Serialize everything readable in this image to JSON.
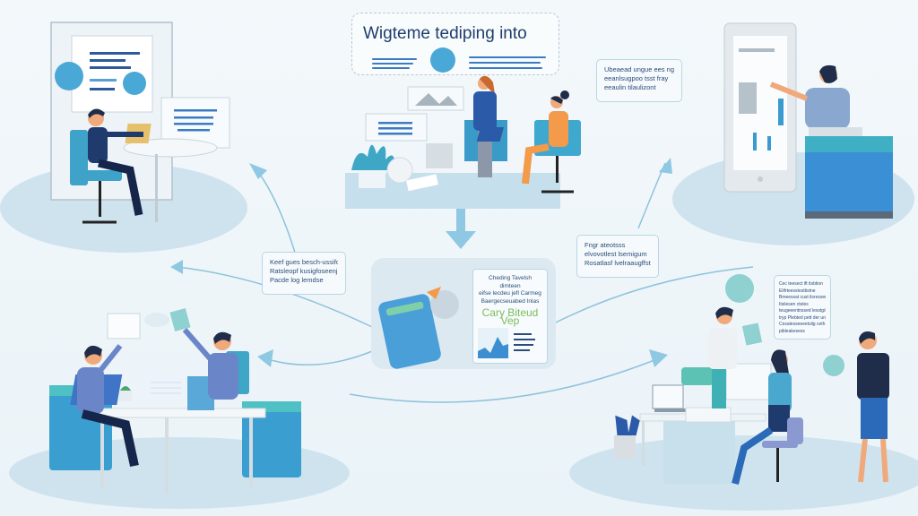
{
  "title": {
    "heading": "Wigteme tediping into"
  },
  "callouts": {
    "top_right": [
      "Ubeaead ungue ees ngt",
      "eeanlsugpoo tsst fray",
      "eeaulin tilaulizont"
    ],
    "mid_left": [
      "Keef gues besch-ussifon",
      "Ratsleopf kusigfoseenj",
      "Pacde log lemdse"
    ],
    "mid_right": [
      "Fngr ateotsss",
      "elvovotlest lsemigum",
      "Rosatlasf lvelraaugffst"
    ],
    "bottom_right_note": [
      "Cec teesect ift itsbtion",
      "Elifrteesstesttistne",
      "Bmeessat cust ilsresserup",
      "Itsilesen cteles",
      "teugeeentnssed lesstg/ecge",
      "tryp Plebted pett der unseser",
      "Cesalesseeeetsilg ceth",
      "pibleakesess"
    ]
  },
  "center_card": {
    "lines": [
      "Cheding Tavelsh dimteen",
      "eifse lecdeu jefl Carmeg",
      "Baergecseuabed Inlas"
    ],
    "highlight": "Cary Biteud Vep"
  },
  "colors": {
    "accent_blue": "#3b82c4",
    "teal": "#5cc3c9",
    "navy": "#1f3f6e",
    "floor": "#cfe3ee",
    "highlight_green": "#7dbb5a",
    "orange": "#f29a4a"
  }
}
